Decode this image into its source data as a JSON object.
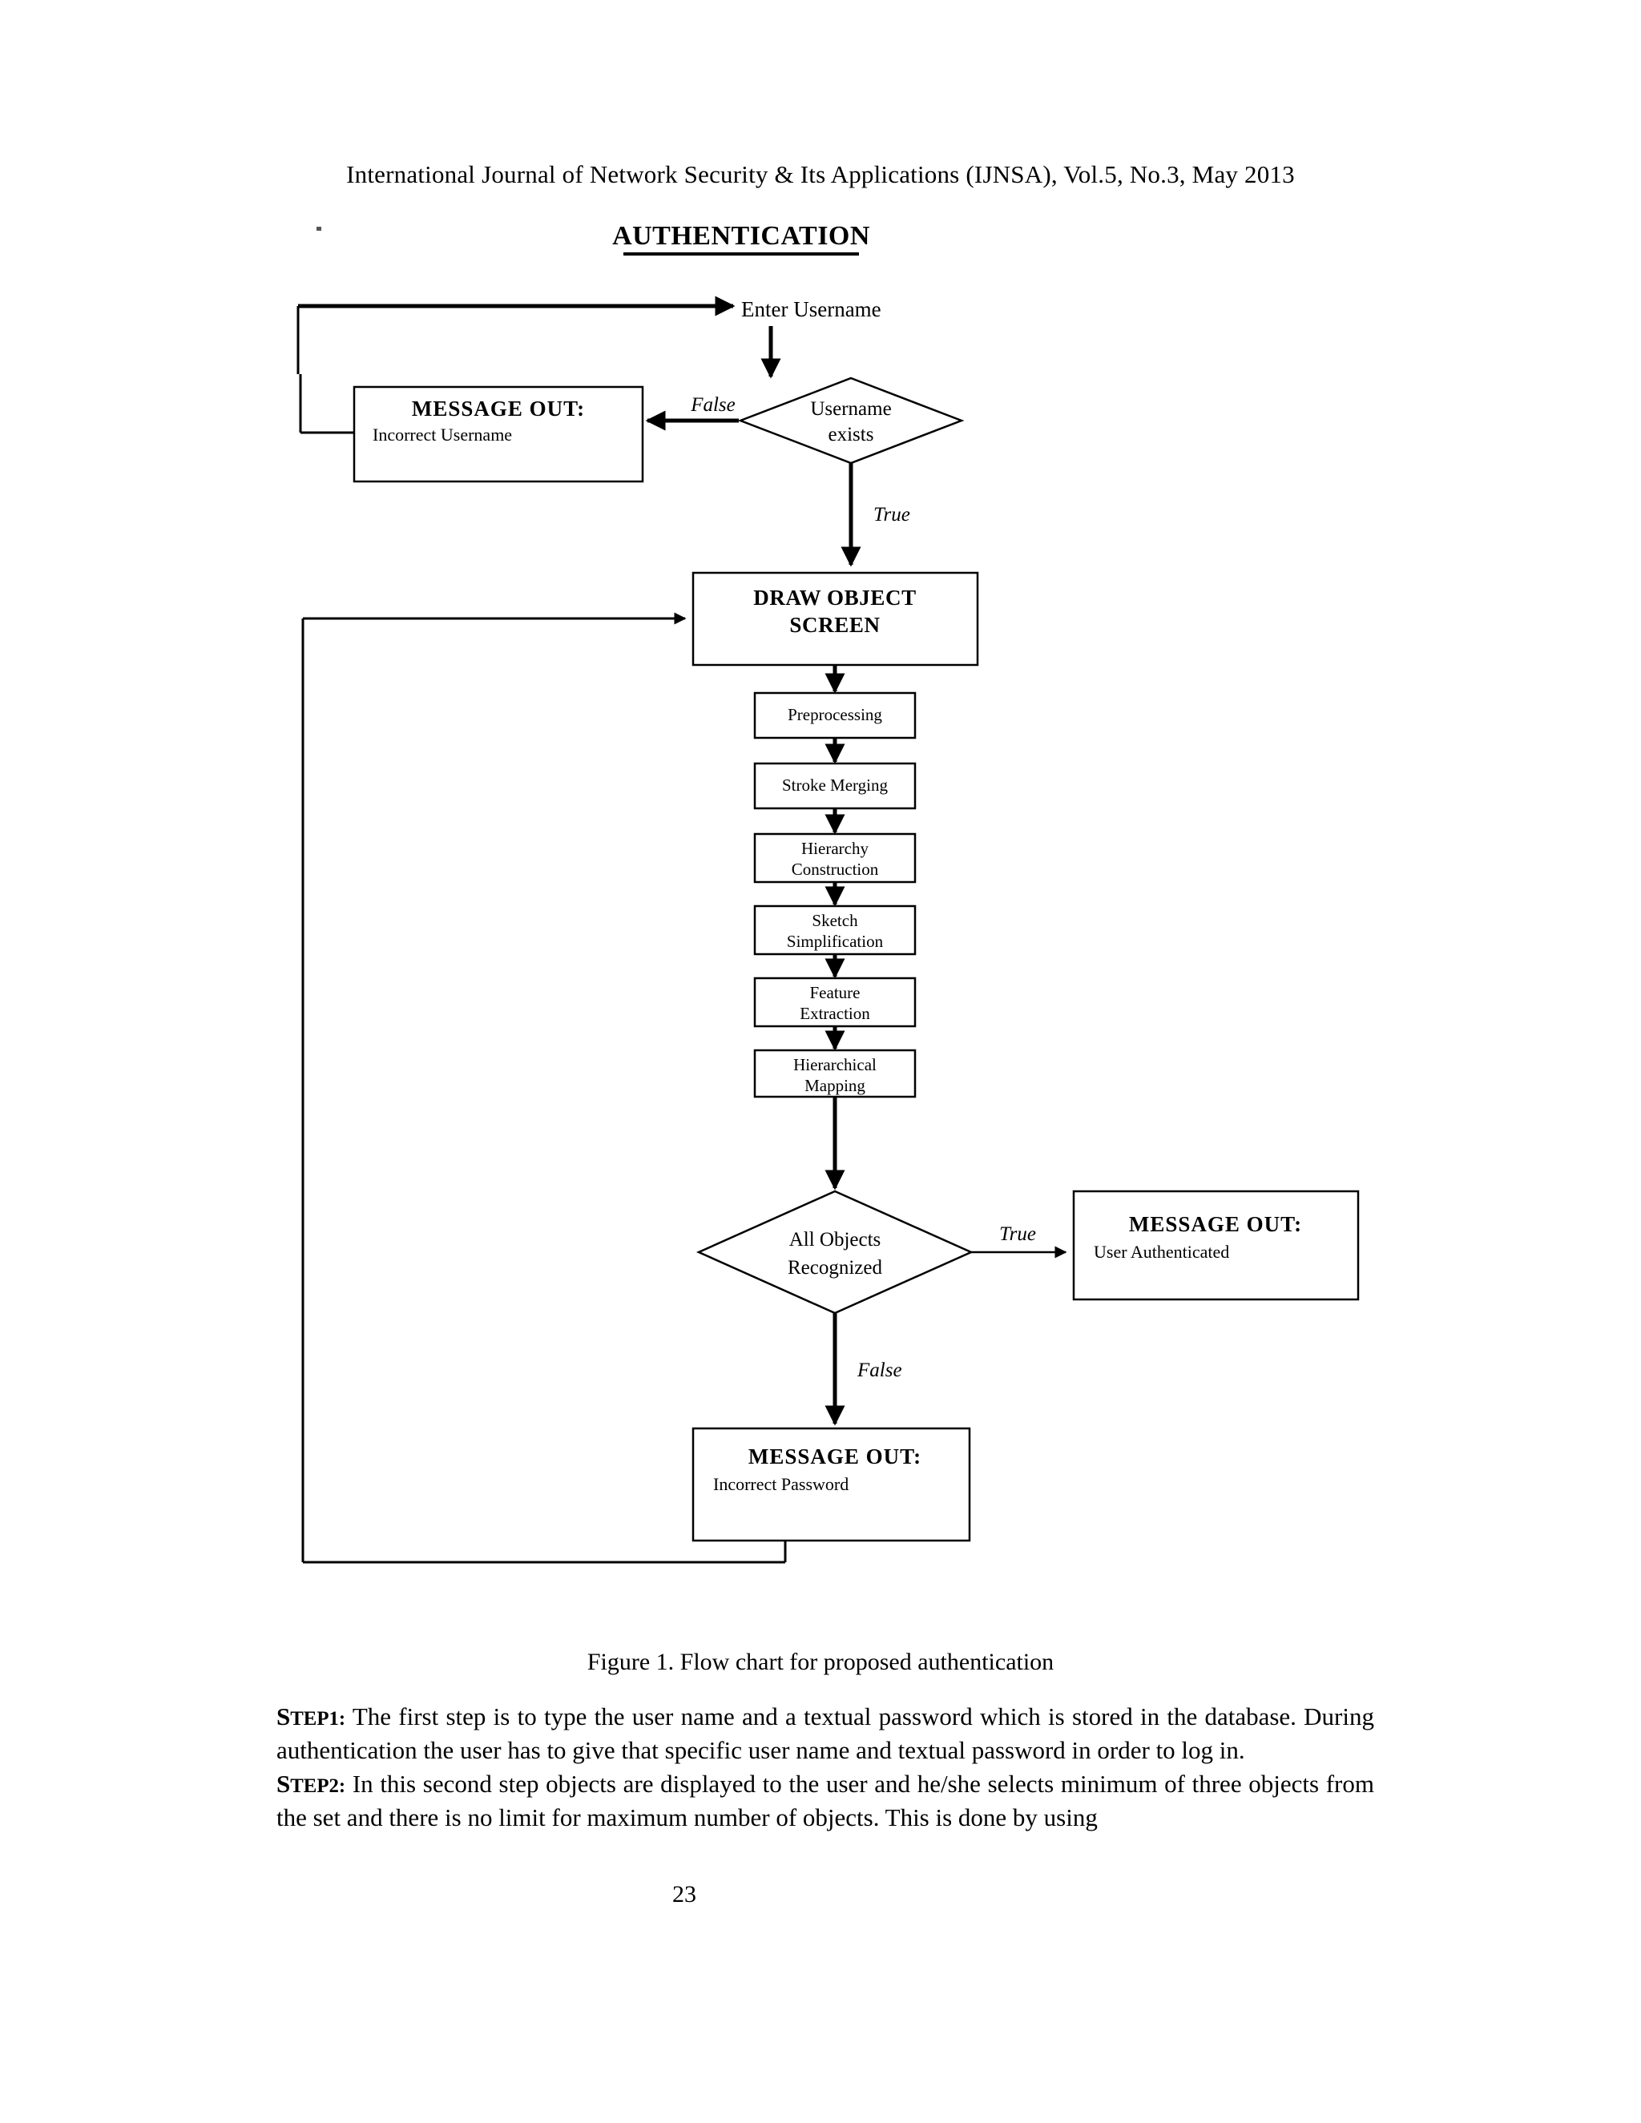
{
  "document": {
    "journal_header": "International Journal of Network Security & Its Applications (IJNSA), Vol.5, No.3, May 2013",
    "page_number": "23",
    "figure_caption": "Figure 1. Flow chart for proposed authentication"
  },
  "figure": {
    "title": "AUTHENTICATION",
    "nodes": {
      "enter_username": "Enter Username",
      "username_exists_line1": "Username",
      "username_exists_line2": "exists",
      "incorrect_username_head": "MESSAGE OUT:",
      "incorrect_username_sub": "Incorrect Username",
      "draw_object_line1": "DRAW OBJECT",
      "draw_object_line2": "SCREEN",
      "preprocessing": "Preprocessing",
      "stroke_merging": "Stroke Merging",
      "hierarchy_line1": "Hierarchy",
      "hierarchy_line2": "Construction",
      "sketch_line1": "Sketch",
      "sketch_line2": "Simplification",
      "feature_line1": "Feature",
      "feature_line2": "Extraction",
      "hmapping_line1": "Hierarchical",
      "hmapping_line2": "Mapping",
      "all_objects_line1": "All Objects",
      "all_objects_line2": "Recognized",
      "authenticated_head": "MESSAGE OUT:",
      "authenticated_sub": "User Authenticated",
      "incorrect_password_head": "MESSAGE OUT:",
      "incorrect_password_sub": "Incorrect Password"
    },
    "edges": {
      "false_username": "False",
      "true_username": "True",
      "true_objects": "True",
      "false_objects": "False"
    }
  },
  "chart_data": {
    "type": "diagram",
    "title": "AUTHENTICATION",
    "caption": "Figure 1. Flow chart for proposed authentication",
    "nodes": [
      {
        "id": "enter_username",
        "label": "Enter Username",
        "shape": "text"
      },
      {
        "id": "username_exists",
        "label": "Username exists",
        "shape": "diamond"
      },
      {
        "id": "incorrect_username",
        "label": "MESSAGE OUT: Incorrect Username",
        "shape": "rect"
      },
      {
        "id": "draw_object_screen",
        "label": "DRAW OBJECT SCREEN",
        "shape": "rect"
      },
      {
        "id": "preprocessing",
        "label": "Preprocessing",
        "shape": "rect"
      },
      {
        "id": "stroke_merging",
        "label": "Stroke Merging",
        "shape": "rect"
      },
      {
        "id": "hierarchy_construction",
        "label": "Hierarchy Construction",
        "shape": "rect"
      },
      {
        "id": "sketch_simplification",
        "label": "Sketch Simplification",
        "shape": "rect"
      },
      {
        "id": "feature_extraction",
        "label": "Feature Extraction",
        "shape": "rect"
      },
      {
        "id": "hierarchical_mapping",
        "label": "Hierarchical Mapping",
        "shape": "rect"
      },
      {
        "id": "all_objects_recognized",
        "label": "All Objects Recognized",
        "shape": "diamond"
      },
      {
        "id": "user_authenticated",
        "label": "MESSAGE OUT: User Authenticated",
        "shape": "rect"
      },
      {
        "id": "incorrect_password",
        "label": "MESSAGE OUT: Incorrect Password",
        "shape": "rect"
      }
    ],
    "edges": [
      {
        "from": "enter_username",
        "to": "username_exists",
        "label": ""
      },
      {
        "from": "username_exists",
        "to": "incorrect_username",
        "label": "False"
      },
      {
        "from": "username_exists",
        "to": "draw_object_screen",
        "label": "True"
      },
      {
        "from": "incorrect_username",
        "to": "enter_username",
        "label": ""
      },
      {
        "from": "draw_object_screen",
        "to": "preprocessing",
        "label": ""
      },
      {
        "from": "preprocessing",
        "to": "stroke_merging",
        "label": ""
      },
      {
        "from": "stroke_merging",
        "to": "hierarchy_construction",
        "label": ""
      },
      {
        "from": "hierarchy_construction",
        "to": "sketch_simplification",
        "label": ""
      },
      {
        "from": "sketch_simplification",
        "to": "feature_extraction",
        "label": ""
      },
      {
        "from": "feature_extraction",
        "to": "hierarchical_mapping",
        "label": ""
      },
      {
        "from": "hierarchical_mapping",
        "to": "all_objects_recognized",
        "label": ""
      },
      {
        "from": "all_objects_recognized",
        "to": "user_authenticated",
        "label": "True"
      },
      {
        "from": "all_objects_recognized",
        "to": "incorrect_password",
        "label": "False"
      },
      {
        "from": "incorrect_password",
        "to": "draw_object_screen",
        "label": ""
      }
    ]
  },
  "body": {
    "step1_label": "TEP1:",
    "step1_initial": "S",
    "step1_text": " The first step is to type the user name and a textual password which is stored in the database. During authentication the user has to give that specific user name and textual password in order to log in.",
    "step2_label": "TEP2:",
    "step2_initial": "S",
    "step2_text": " In this second step objects are displayed to the user and he/she selects minimum of three objects from the set and there is no limit for maximum number of objects. This is done by using"
  }
}
